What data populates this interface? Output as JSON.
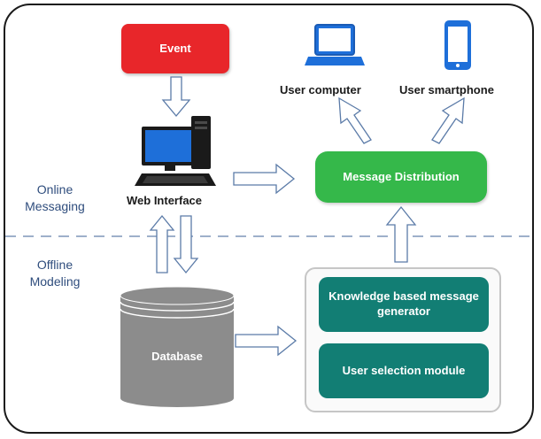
{
  "nodes": {
    "event": "Event",
    "web_interface": "Web Interface",
    "user_computer": "User computer",
    "user_smartphone": "User smartphone",
    "message_distribution": "Message Distribution",
    "database": "Database",
    "knowledge_generator": "Knowledge based message generator",
    "user_selection": "User selection module"
  },
  "sections": {
    "online": "Online Messaging",
    "offline": "Offline Modeling"
  },
  "colors": {
    "event": "#e8262a",
    "message_distribution": "#35b84a",
    "modules": "#127e74",
    "database": "#8c8c8c",
    "section_labels": "#2f4d7d"
  }
}
